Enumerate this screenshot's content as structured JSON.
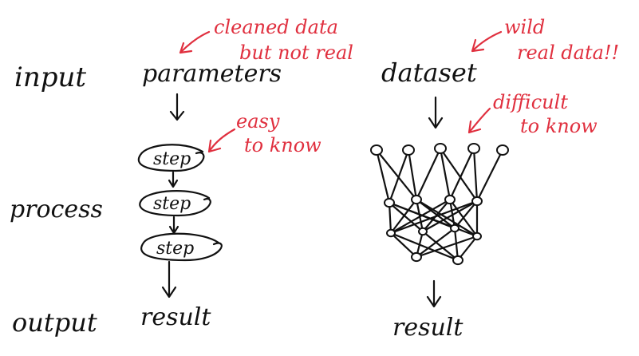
{
  "labels": {
    "input": "input",
    "process": "process",
    "output": "output"
  },
  "left": {
    "input": "parameters",
    "steps": [
      "step",
      "step",
      "step"
    ],
    "output": "result",
    "note_input_line1": "cleaned data",
    "note_input_line2": "but not real",
    "note_process_line1": "easy",
    "note_process_line2": "to know"
  },
  "right": {
    "input": "dataset",
    "output": "result",
    "note_input_line1": "wild",
    "note_input_line2": "real data!!",
    "note_process_line1": "difficult",
    "note_process_line2": "to know"
  },
  "colors": {
    "ink": "#111111",
    "annotation": "#e0303f",
    "background": "#ffffff"
  }
}
